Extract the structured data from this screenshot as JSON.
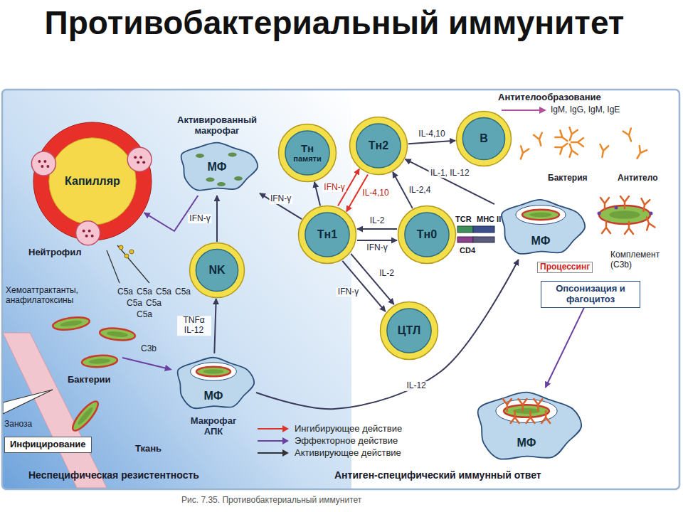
{
  "diagram": {
    "title": "Противобактериальный иммунитет",
    "caption": "Рис. 7.35. Противобактериальный иммунитет",
    "nodes": [
      {
        "text": [
          "Активированный макрофаг",
          "МФ"
        ]
      },
      {
        "text": [
          "Тн",
          "памяти"
        ]
      },
      {
        "text": [
          "Тн2"
        ]
      },
      {
        "text": [
          "В"
        ]
      },
      {
        "text": [
          "Капилляр"
        ]
      },
      {
        "text": [
          "NK"
        ]
      },
      {
        "text": [
          "Тн1"
        ]
      },
      {
        "text": [
          "Тн0"
        ]
      },
      {
        "text": [
          "МФ"
        ]
      },
      {
        "text": [
          "ЦТЛ"
        ]
      },
      {
        "text": [
          "МФ",
          "Макрофаг АПК"
        ]
      },
      {
        "text": [
          "МФ"
        ]
      },
      {
        "text": [
          "Опсонизация и фагоцитоз"
        ]
      },
      {
        "text": [
          "Инфицирование"
        ]
      }
    ],
    "edges": [
      {
        "from": 6,
        "to": 0,
        "arrow": "to",
        "label": "IFN-γ"
      },
      {
        "from": 5,
        "to": 0,
        "arrow": "to",
        "label": "IFN-γ"
      },
      {
        "from": 10,
        "to": 5,
        "arrow": "to",
        "label": "TNFα IL-12"
      },
      {
        "from": 10,
        "to": 8,
        "arrow": "to",
        "label": "IL-12"
      },
      {
        "from": 6,
        "to": 1,
        "arrow": "to"
      },
      {
        "from": 6,
        "to": 2,
        "arrow": "to",
        "label": "IFN-γ"
      },
      {
        "from": 2,
        "to": 6,
        "arrow": "to",
        "label": "IL-4,10"
      },
      {
        "from": 7,
        "to": 2,
        "arrow": "to",
        "label": "IL-2,4"
      },
      {
        "from": 2,
        "to": 3,
        "arrow": "to",
        "label": "IL-4,10"
      },
      {
        "from": 8,
        "to": 2,
        "arrow": "to",
        "label": "IL-1, IL-12"
      },
      {
        "from": 7,
        "to": 6,
        "arrow": "to",
        "label": "IL-2"
      },
      {
        "from": 6,
        "to": 7,
        "arrow": "to",
        "label": "IFN-γ"
      },
      {
        "from": 6,
        "to": 9,
        "arrow": "to",
        "label": "IL-2"
      },
      {
        "from": 6,
        "to": 9,
        "arrow": "to",
        "label": "IFN-γ"
      },
      {
        "from": 0,
        "to": 4,
        "arrow": "to"
      },
      {
        "from": 12,
        "to": 11,
        "arrow": "to"
      }
    ],
    "labels": [
      "Нейтрофил",
      "C5a",
      "C5a",
      "C5a",
      "C5a",
      "C5a",
      "C5a",
      "C5a",
      "Хемоаттрактанты, анафилатоксины",
      "Бактерии",
      "C3b",
      "Заноза",
      "Ткань",
      "Бактерия",
      "Антитело",
      "Комплемент (C3b)",
      "Процессинг",
      "TCR",
      "MHC II",
      "CD4",
      "Антителообразование",
      "IgM, IgG, IgM, IgE",
      "Неспецифическая резистентность",
      "Антиген-специфический иммунный ответ"
    ],
    "legend": [
      {
        "text": "Ингибирующее действие"
      },
      {
        "text": "Эффекторное действие"
      },
      {
        "text": "Активирующее действие"
      }
    ]
  }
}
